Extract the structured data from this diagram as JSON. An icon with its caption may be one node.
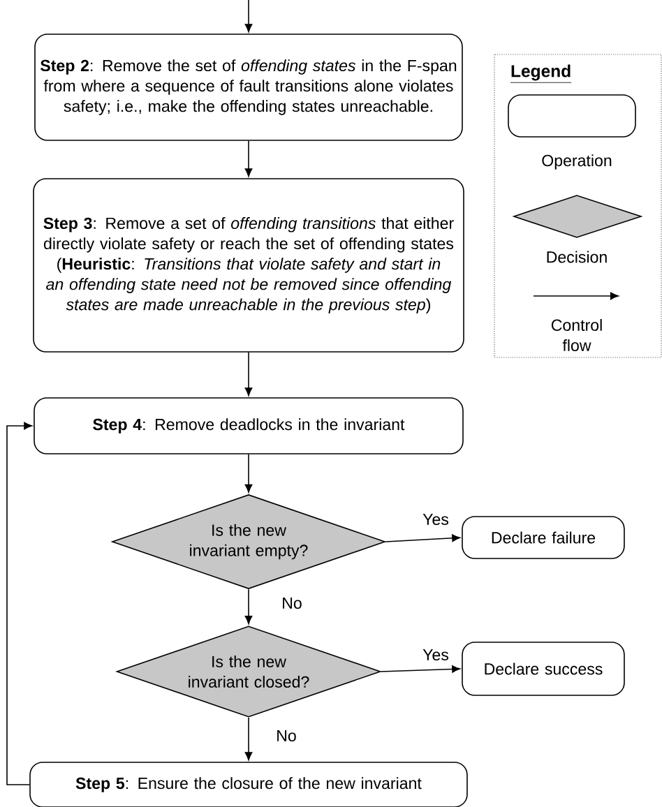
{
  "diagram": {
    "nodes": [
      {
        "text": [
          "**Step 2**: Remove the set of *offending states* in the F-span from where a sequence of fault transitions alone violates safety; i.e., make the offending states unreachable."
        ]
      },
      {
        "text": [
          "**Step 3**: Remove a set of *offending transitions* that either directly violate safety or reach the set of offending states",
          "(**Heuristic**: *Transitions that violate safety and start in an offending state need not be removed since offending states are made unreachable in the previous step*)"
        ]
      },
      {
        "text": [
          "**Step 4**: Remove deadlocks in the invariant"
        ]
      },
      {
        "text": [
          "Is the new invariant empty?"
        ]
      },
      {
        "text": [
          "Declare failure"
        ]
      },
      {
        "text": [
          "Is the new invariant closed?"
        ]
      },
      {
        "text": [
          "Declare success"
        ]
      },
      {
        "text": [
          "**Step 5**: Ensure the closure of the new invariant"
        ]
      }
    ],
    "edges": [
      {
        "from": null,
        "to": 0,
        "arrow": "to"
      },
      {
        "from": 0,
        "to": 1,
        "arrow": "to"
      },
      {
        "from": 1,
        "to": 2,
        "arrow": "to"
      },
      {
        "from": 2,
        "to": 3,
        "arrow": "to"
      },
      {
        "from": 3,
        "to": 4,
        "arrow": "to",
        "label": "Yes"
      },
      {
        "from": 3,
        "to": 5,
        "arrow": "to",
        "label": "No"
      },
      {
        "from": 5,
        "to": 6,
        "arrow": "to",
        "label": "Yes"
      },
      {
        "from": 5,
        "to": 7,
        "arrow": "to",
        "label": "No"
      },
      {
        "from": 7,
        "to": 2,
        "arrow": "to"
      }
    ],
    "labels": [
      "Legend"
    ],
    "legend": [
      {
        "text": "Operation"
      },
      {
        "text": "Decision"
      },
      {
        "text": "Control flow"
      }
    ]
  }
}
